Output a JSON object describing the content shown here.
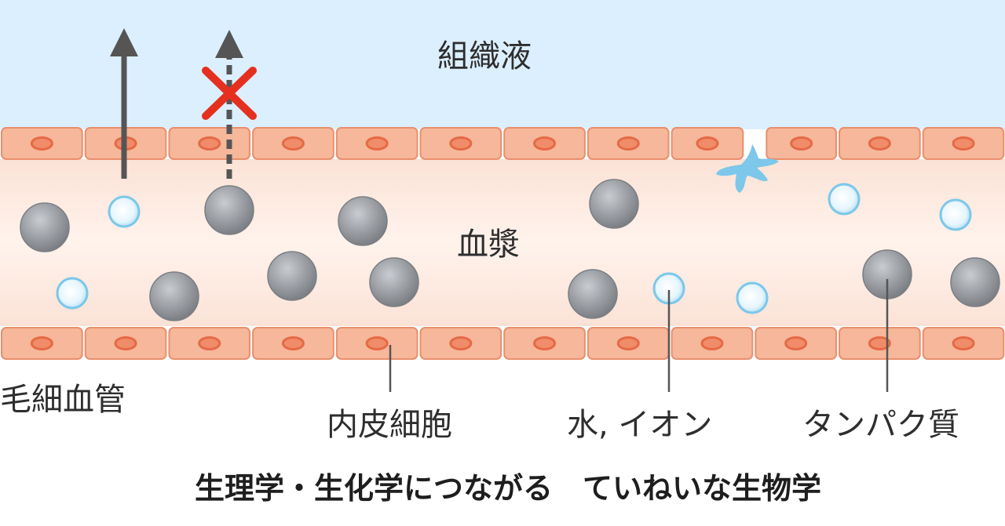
{
  "labels": {
    "tissue_fluid": "組織液",
    "plasma": "血漿",
    "capillary": "毛細血管",
    "endothelial_cell": "内皮細胞",
    "water_ion": "水, イオン",
    "protein": "タンパク質"
  },
  "caption": "生理学・生化学につながる　ていねいな生物学",
  "colors": {
    "tissue_fluid": "#dcefff",
    "plasma": "#fde9de",
    "cell": "#f6b79a",
    "cell_border": "#e98f6d",
    "nucleus": "#e56a45",
    "protein": "#8e9297",
    "water": "#b8e4f7",
    "arrow": "#555555",
    "blocked": "#e5301f"
  },
  "icons": {
    "passes": "solid-arrow-up-icon",
    "blocked": "cross-icon"
  }
}
